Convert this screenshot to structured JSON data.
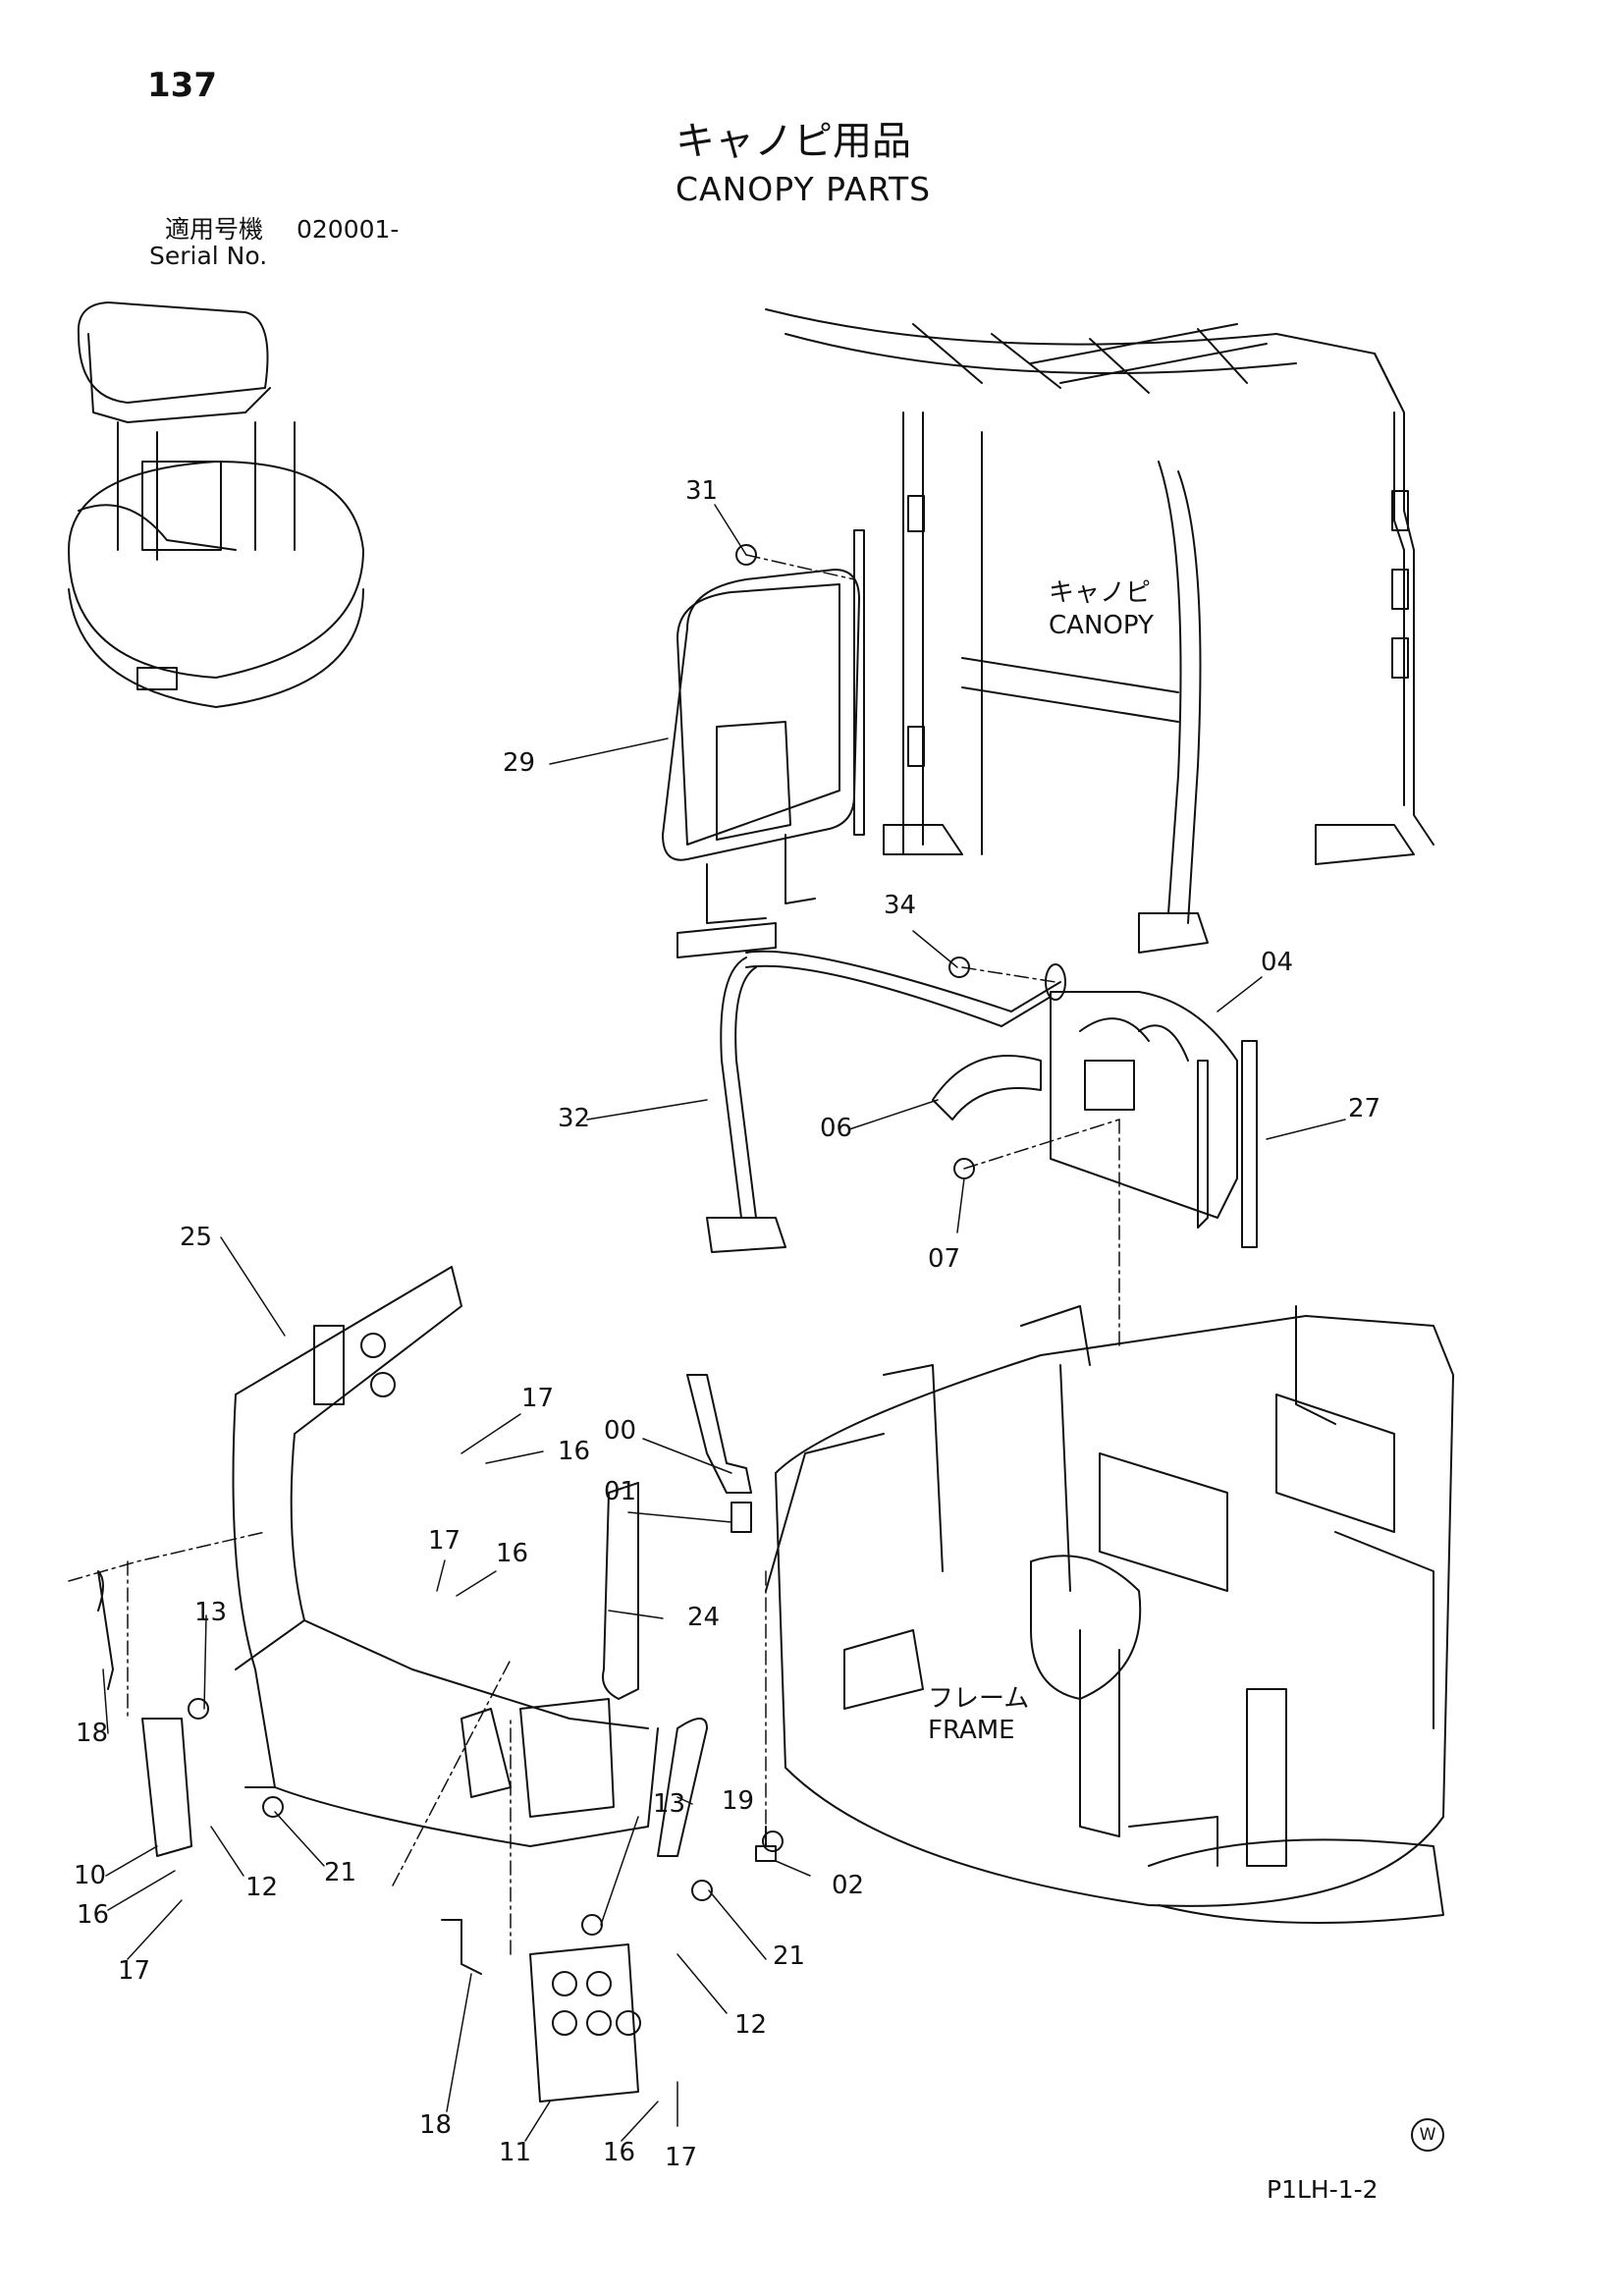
{
  "page": {
    "number": "137",
    "title_jp": "キャノピ用品",
    "title_en": "CANOPY PARTS",
    "serial_label_jp": "適用号機",
    "serial_value": "020001-",
    "serial_label_en": "Serial No.",
    "drawing_code": "P1LH-1-2",
    "mark": "W"
  },
  "regions": {
    "canopy_jp": "キャノピ",
    "canopy_en": "CANOPY",
    "frame_jp": "フレーム",
    "frame_en": "FRAME"
  },
  "callouts": [
    "31",
    "29",
    "34",
    "04",
    "32",
    "06",
    "27",
    "07",
    "25",
    "17",
    "16",
    "00",
    "01",
    "17",
    "16",
    "24",
    "13",
    "18",
    "19",
    "10",
    "12",
    "21",
    "16",
    "17",
    "02",
    "13",
    "21",
    "12",
    "18",
    "11",
    "16",
    "17"
  ]
}
